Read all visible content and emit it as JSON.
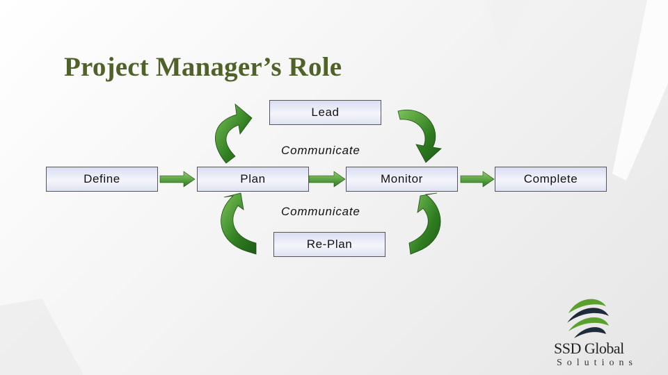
{
  "title": "Project Manager’s Role",
  "boxes": {
    "lead": "Lead",
    "define": "Define",
    "plan": "Plan",
    "monitor": "Monitor",
    "complete": "Complete",
    "replan": "Re-Plan"
  },
  "communicate_top": "Communicate",
  "communicate_bottom": "Communicate",
  "logo": {
    "name": "SSD Global",
    "tagline": "Solutions",
    "colors": [
      "#5aa02c",
      "#1f2a3a"
    ]
  },
  "colors": {
    "title": "#4f6228",
    "arrow_green": "#3c8a2a",
    "box_fill": "#e6e8f5"
  }
}
